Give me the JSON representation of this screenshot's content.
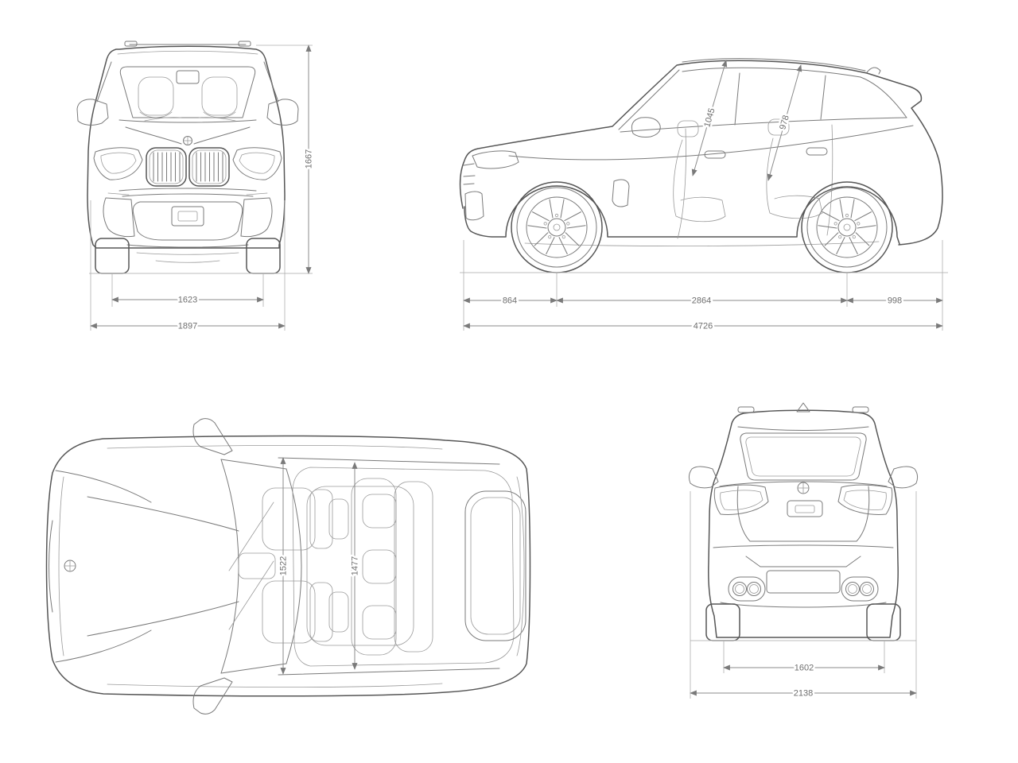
{
  "colors": {
    "background": "#ffffff",
    "main_line": "#565656",
    "detail_line": "#7a7a7a",
    "dimension_line": "#8b8b8b",
    "dimension_text": "#6e6e6e"
  },
  "views": {
    "front": {
      "dims": {
        "overall_height": "1667",
        "track": "1623",
        "overall_width": "1897"
      }
    },
    "side": {
      "dims": {
        "front_headroom": "1045",
        "rear_headroom": "978",
        "front_overhang": "864",
        "wheelbase": "2864",
        "rear_overhang": "998",
        "overall_length": "4726"
      }
    },
    "top": {
      "dims": {
        "front_interior_width": "1522",
        "rear_interior_width": "1477"
      }
    },
    "rear": {
      "dims": {
        "rear_track": "1602",
        "width_incl_mirrors": "2138"
      }
    }
  }
}
